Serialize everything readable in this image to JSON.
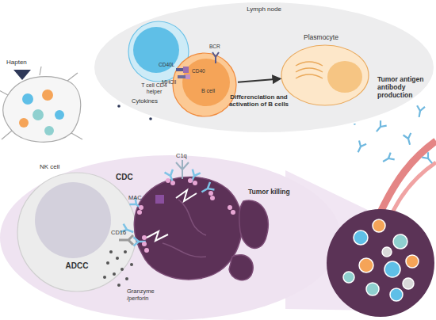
{
  "diagram": {
    "nodes": [
      {
        "text": [
          "Lymph node"
        ]
      },
      {
        "text": [
          "T cell CD4 helper"
        ],
        "in": 0
      },
      {
        "text": [
          "B cell"
        ],
        "in": 0
      },
      {
        "text": [
          "Plasmocyte"
        ],
        "in": 0
      },
      {
        "text": [
          "NK cell",
          "ADCC"
        ]
      },
      {
        "text": [
          "Tumor killing"
        ]
      }
    ],
    "edges": [
      {
        "from": 2,
        "to": 3,
        "label": "Differenciation and activation of B cells",
        "arrow": "to"
      }
    ],
    "labels": [
      "Hapten",
      "CD40L",
      "MHCII",
      "CD40",
      "BCR",
      "Cytokines",
      "Tumor antigen antibody production",
      "CDC",
      "C1q",
      "MAC",
      "CD16",
      "Granzyme /perforin"
    ]
  }
}
